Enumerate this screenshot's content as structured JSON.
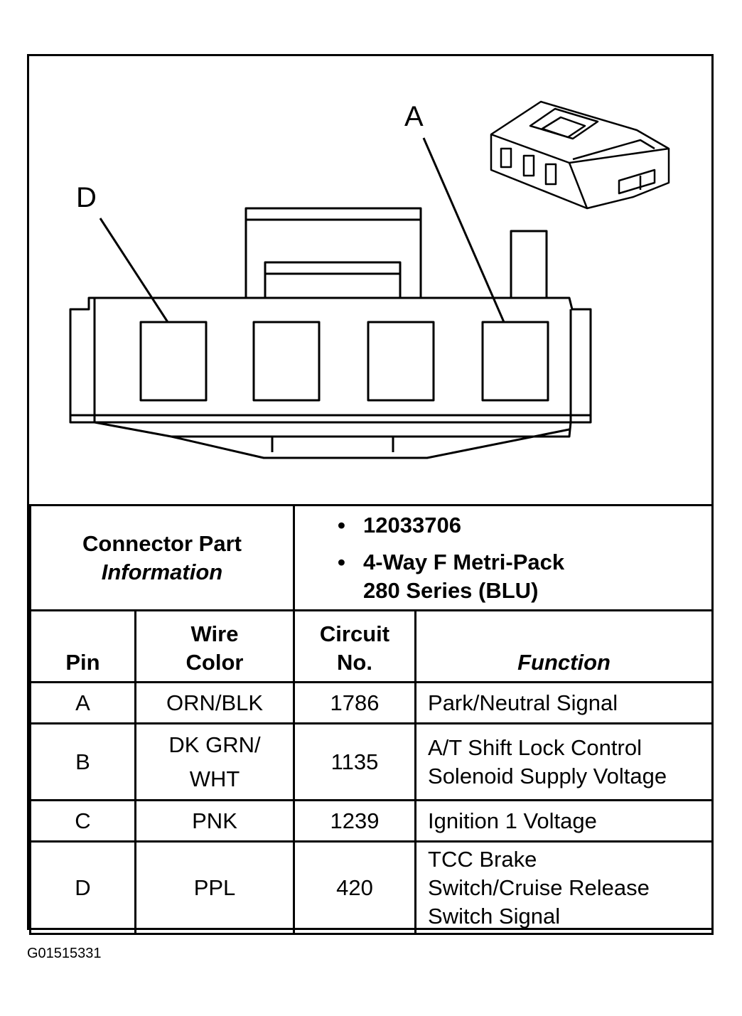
{
  "callouts": {
    "a": "A",
    "d": "D"
  },
  "connector_info": {
    "label_line1": "Connector Part",
    "label_line2": "Information",
    "items": [
      "12033706",
      "4-Way F Metri-Pack",
      "280 Series (BLU)"
    ]
  },
  "table": {
    "headers": {
      "pin": "Pin",
      "wire_line1": "Wire",
      "wire_line2": "Color",
      "circuit_line1": "Circuit",
      "circuit_line2": "No.",
      "function": "Function"
    },
    "rows": [
      {
        "pin": "A",
        "wire_line1": "ORN/BLK",
        "wire_line2": "",
        "circuit": "1786",
        "function_line1": "Park/Neutral Signal",
        "function_line2": "",
        "function_line3": ""
      },
      {
        "pin": "B",
        "wire_line1": "DK GRN/",
        "wire_line2": "WHT",
        "circuit": "1135",
        "function_line1": "A/T Shift Lock Control",
        "function_line2": "Solenoid Supply Voltage",
        "function_line3": ""
      },
      {
        "pin": "C",
        "wire_line1": "PNK",
        "wire_line2": "",
        "circuit": "1239",
        "function_line1": "Ignition 1 Voltage",
        "function_line2": "",
        "function_line3": ""
      },
      {
        "pin": "D",
        "wire_line1": "PPL",
        "wire_line2": "",
        "circuit": "420",
        "function_line1": "TCC Brake",
        "function_line2": "Switch/Cruise Release",
        "function_line3": "Switch Signal"
      }
    ]
  },
  "figure_id": "G01515331"
}
